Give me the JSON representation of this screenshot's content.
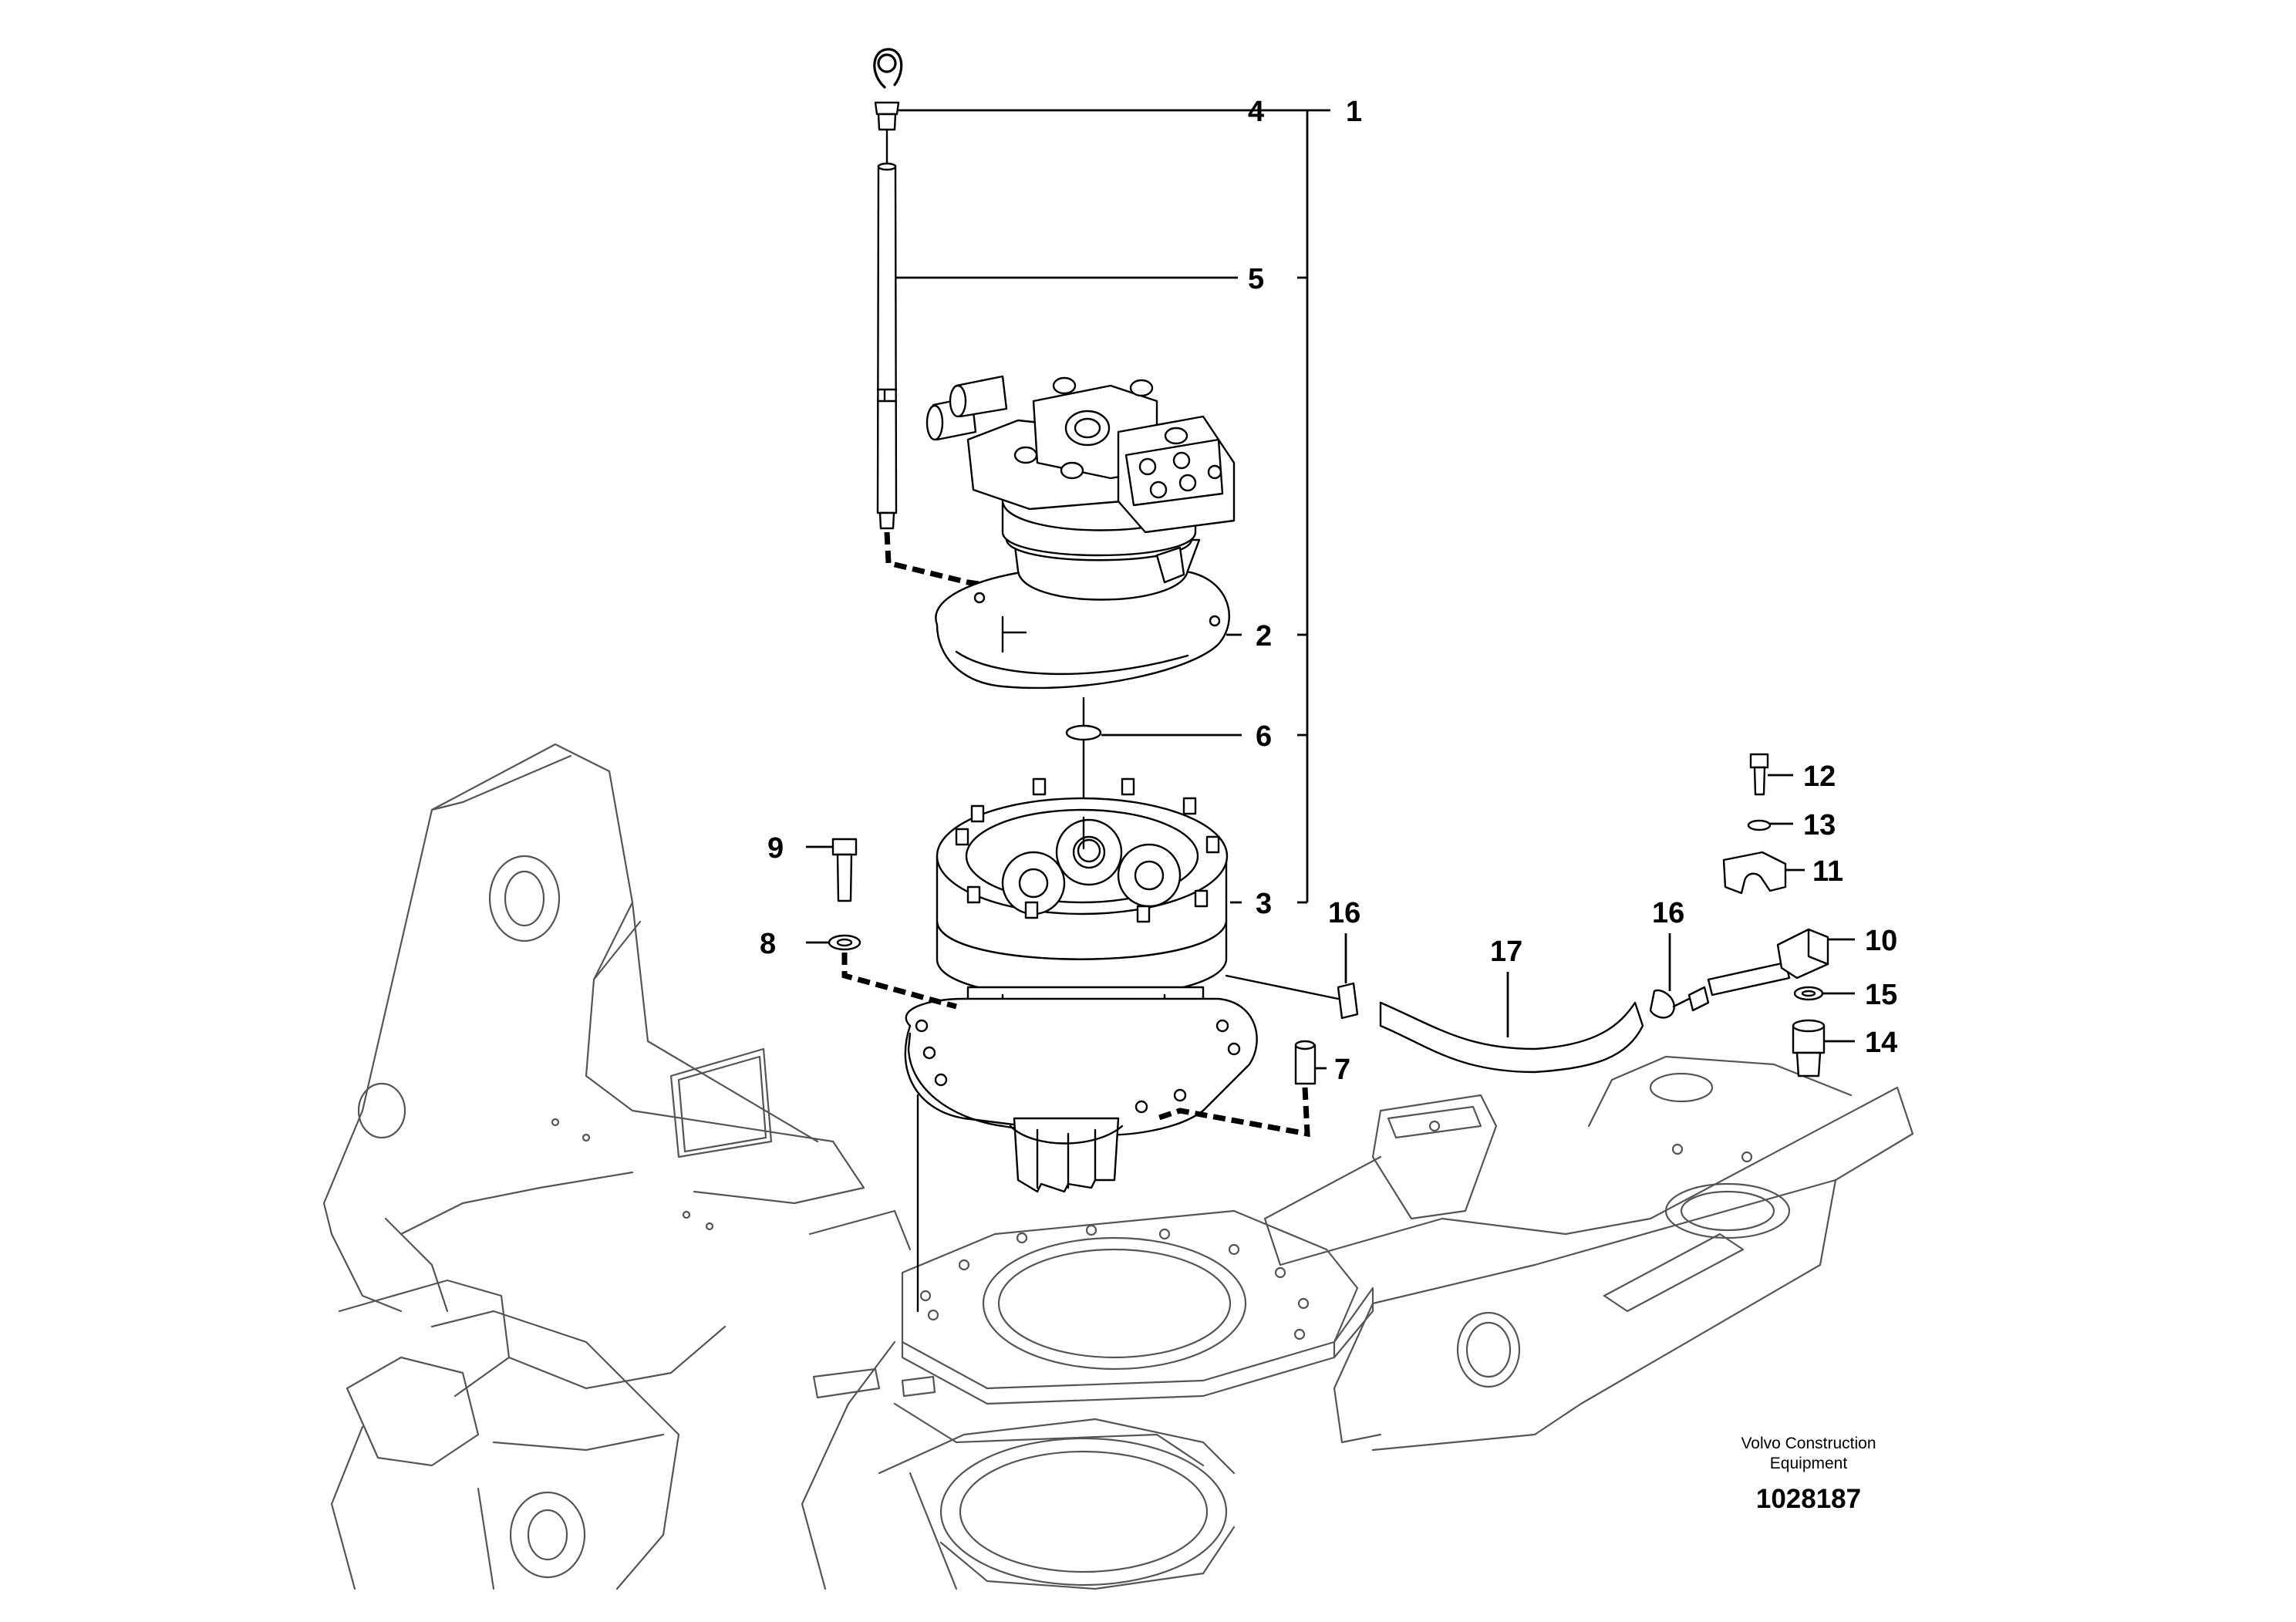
{
  "callouts": {
    "c1": "1",
    "c2": "2",
    "c3": "3",
    "c4": "4",
    "c5": "5",
    "c6": "6",
    "c7": "7",
    "c8": "8",
    "c9": "9",
    "c10": "10",
    "c11": "11",
    "c12": "12",
    "c13": "13",
    "c14": "14",
    "c15": "15",
    "c16a": "16",
    "c16b": "16",
    "c17": "17"
  },
  "brand": {
    "line1": "Volvo Construction",
    "line2": "Equipment",
    "code": "1028187"
  }
}
